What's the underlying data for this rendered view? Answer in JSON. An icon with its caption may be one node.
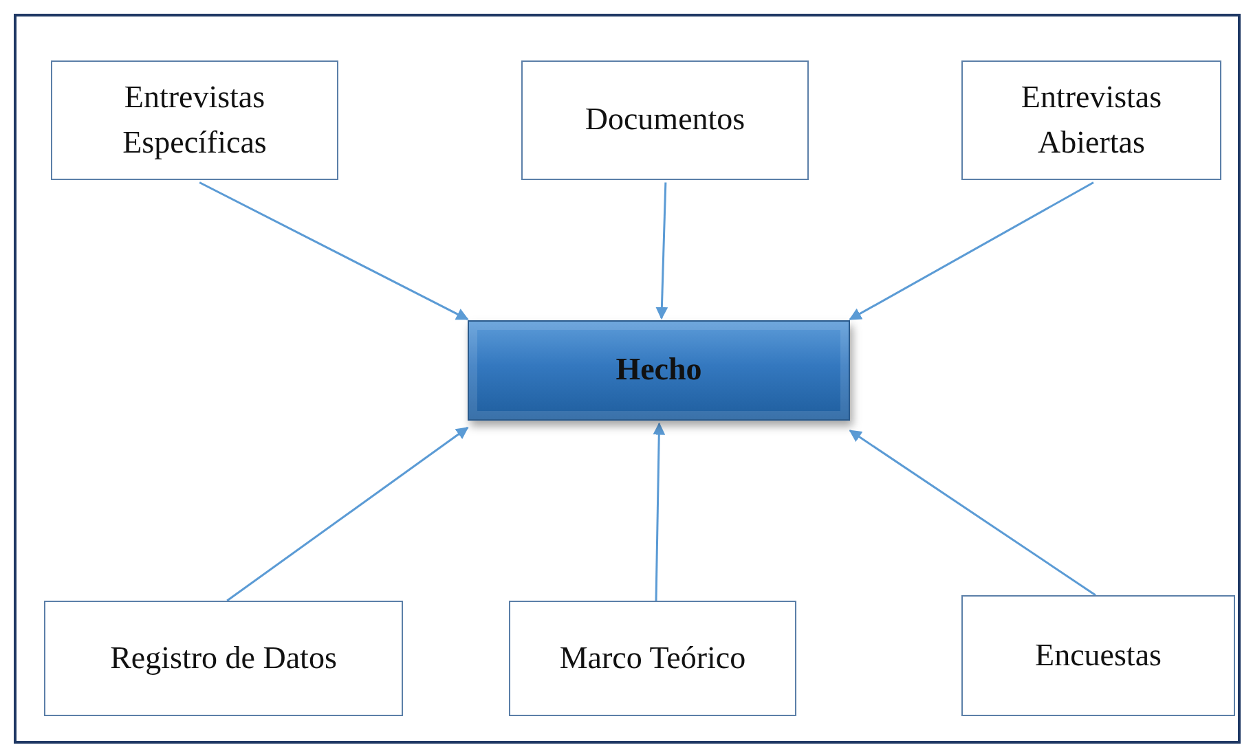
{
  "diagram": {
    "nodes": [
      {
        "text": [
          "Entrevistas Específicas"
        ]
      },
      {
        "text": [
          "Documentos"
        ]
      },
      {
        "text": [
          "Entrevistas Abiertas"
        ]
      },
      {
        "text": [
          "Hecho"
        ]
      },
      {
        "text": [
          "Registro de Datos"
        ]
      },
      {
        "text": [
          "Marco Teórico"
        ]
      },
      {
        "text": [
          "Encuestas"
        ]
      }
    ],
    "edges": [
      {
        "from": 0,
        "to": 3,
        "arrow": "to"
      },
      {
        "from": 1,
        "to": 3,
        "arrow": "to"
      },
      {
        "from": 2,
        "to": 3,
        "arrow": "to"
      },
      {
        "from": 4,
        "to": 3,
        "arrow": "to"
      },
      {
        "from": 5,
        "to": 3,
        "arrow": "to"
      },
      {
        "from": 6,
        "to": 3,
        "arrow": "to"
      }
    ]
  }
}
